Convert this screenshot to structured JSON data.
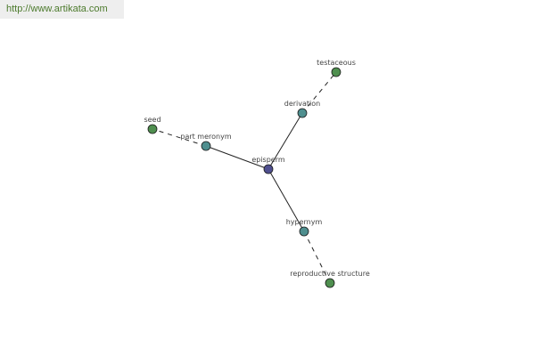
{
  "site": {
    "url_text": "http://www.artikata.com"
  },
  "colors": {
    "center": "#4f4f8f",
    "relation": "#4f8f8f",
    "term": "#4f8f4f",
    "edge": "#222222",
    "link": "#4c7a2c"
  },
  "graph": {
    "center": {
      "id": "episperm",
      "label": "episperm"
    },
    "relations": [
      {
        "id": "part-meronym",
        "label": "part meronym",
        "target": {
          "id": "seed",
          "label": "seed"
        }
      },
      {
        "id": "derivation",
        "label": "derivation",
        "target": {
          "id": "testaceous",
          "label": "testaceous"
        }
      },
      {
        "id": "hypernym",
        "label": "hypernym",
        "target": {
          "id": "reproductive-structure",
          "label": "reproductive structure"
        }
      }
    ]
  }
}
